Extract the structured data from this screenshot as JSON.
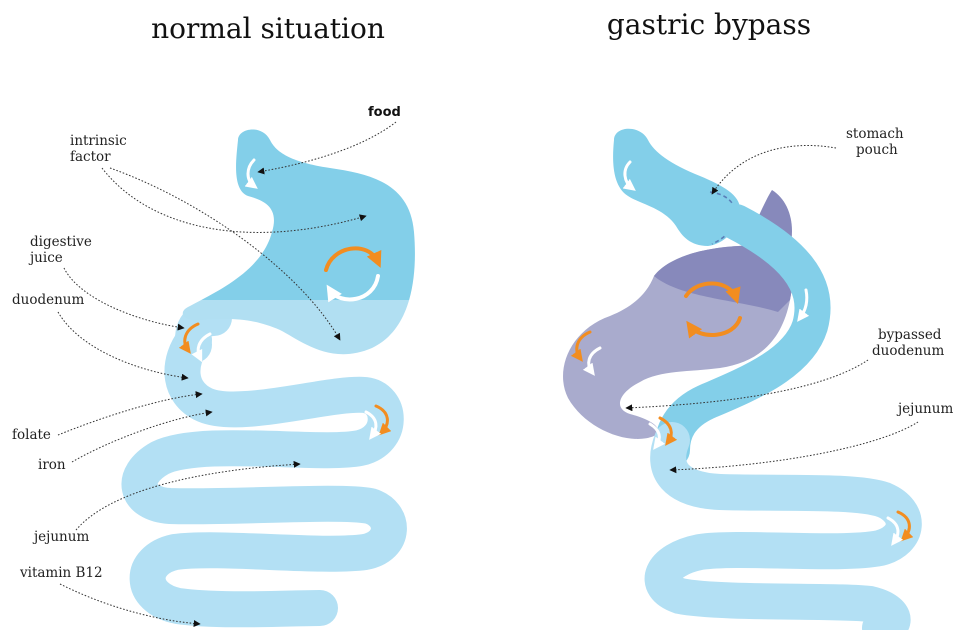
{
  "titles": {
    "left": "normal situation",
    "right": "gastric bypass"
  },
  "normal_labels": {
    "food": "food",
    "intrinsic_1": "intrinsic",
    "intrinsic_2": "factor",
    "digestive_1": "digestive",
    "digestive_2": "juice",
    "duodenum": "duodenum",
    "folate": "folate",
    "iron": "iron",
    "jejunum": "jejunum",
    "vitamin": "vitamin B12"
  },
  "bypass_labels": {
    "pouch_1": "stomach",
    "pouch_2": "pouch",
    "bypassed_1": "bypassed",
    "bypassed_2": "duodenum",
    "jejunum": "jejunum"
  },
  "colors": {
    "stomach_dark_blue": "#83cfe9",
    "stomach_light_blue": "#b1dff2",
    "intestine_blue": "#b3e0f4",
    "remnant_purple": "#a9abcd",
    "remnant_purple_dark": "#8789bb",
    "arrow_orange": "#f28d20",
    "arrow_white": "#ffffff",
    "leader_line": "#333333"
  }
}
